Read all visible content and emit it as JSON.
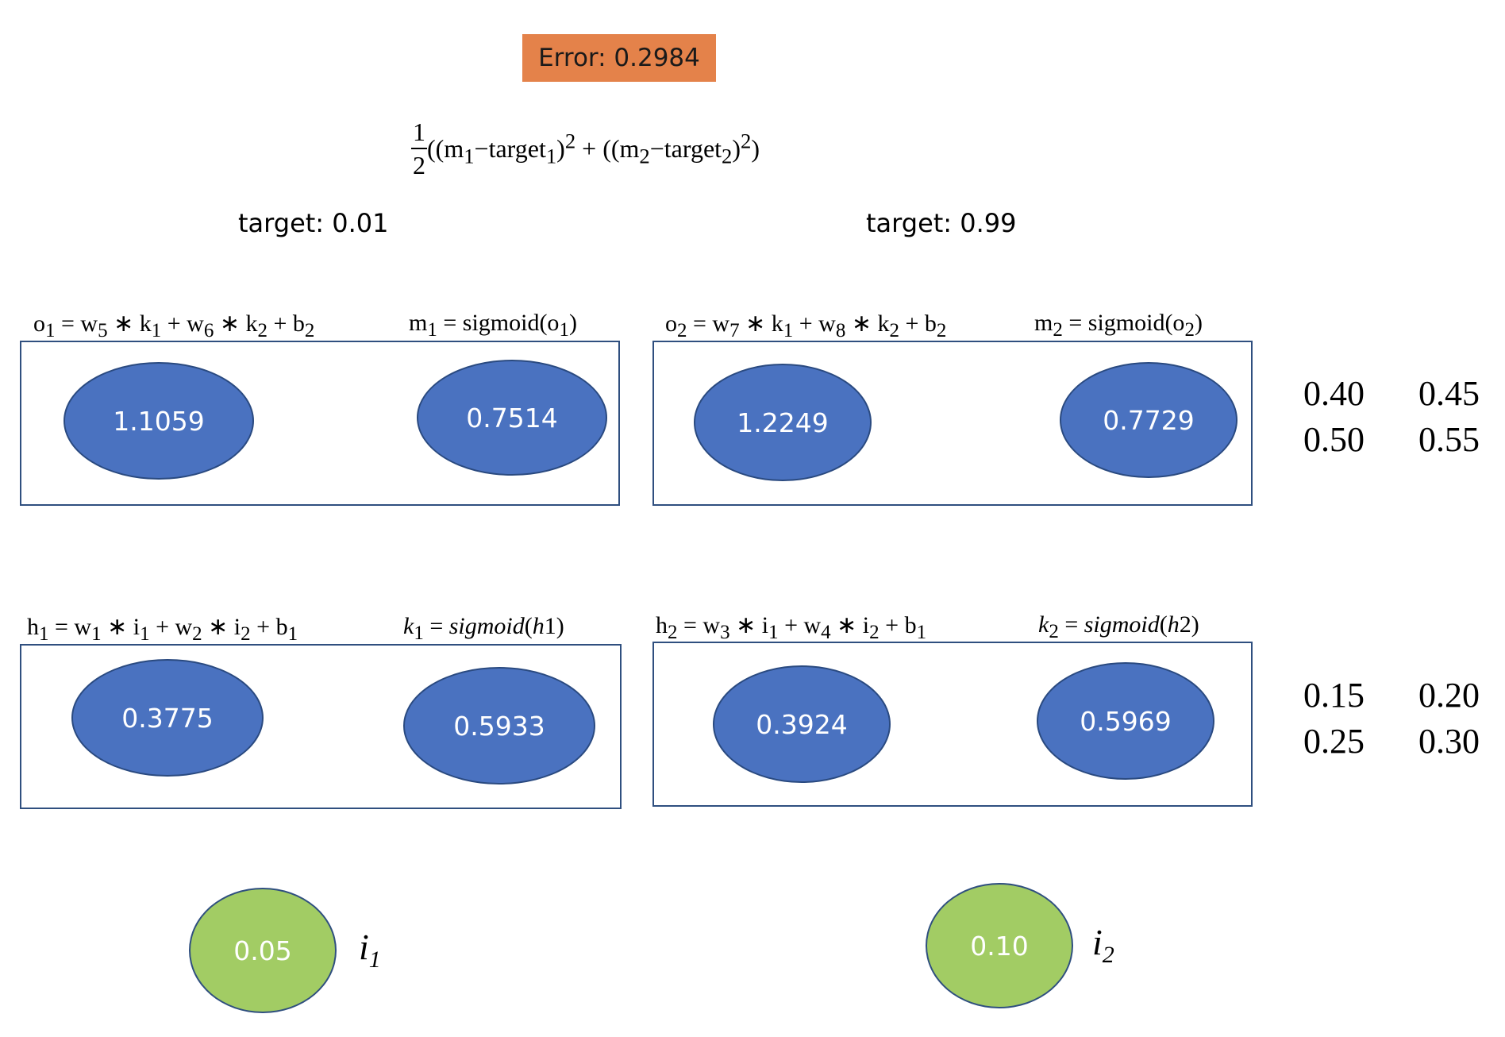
{
  "error": {
    "label": "Error: 0.2984",
    "color": "#e4824a"
  },
  "loss_formula": {
    "frac_num": "1",
    "frac_den": "2",
    "m1": "m",
    "m1_sub": "1",
    "t1": "target",
    "t1_sub": "1",
    "sq": "2",
    "m2": "m",
    "m2_sub": "2",
    "t2": "target",
    "t2_sub": "2"
  },
  "targets": {
    "t1": "target: 0.01",
    "t2": "target: 0.99"
  },
  "output_layer": {
    "left": {
      "eq_left": "o<sub>1</sub> = w<sub>5</sub> ∗ k<sub>1</sub> + w<sub>6</sub> ∗ k<sub>2</sub> + b<sub>2</sub>",
      "eq_right": "m<sub>1</sub> = sigmoid(o<sub>1</sub>)",
      "net": "1.1059",
      "act": "0.7514"
    },
    "right": {
      "eq_left": "o<sub>2</sub> = w<sub>7</sub> ∗ k<sub>1</sub> + w<sub>8</sub> ∗ k<sub>2</sub> + b<sub>2</sub>",
      "eq_right": "m<sub>2</sub> = sigmoid(o<sub>2</sub>)",
      "net": "1.2249",
      "act": "0.7729"
    }
  },
  "hidden_layer": {
    "left": {
      "eq_left": "h<sub>1</sub> = w<sub>1</sub> ∗ i<sub>1</sub> + w<sub>2</sub> ∗ i<sub>2</sub> + b<sub>1</sub>",
      "eq_right": "<i>k</i><sub>1</sub> = <i>sigmoid</i>(<i>h</i>1)",
      "net": "0.3775",
      "act": "0.5933"
    },
    "right": {
      "eq_left": "h<sub>2</sub> = w<sub>3</sub> ∗ i<sub>1</sub> + w<sub>4</sub> ∗ i<sub>2</sub> + b<sub>1</sub>",
      "eq_right": "<i>k</i><sub>2</sub> = <i>sigmoid</i>(<i>h</i>2)",
      "net": "0.3924",
      "act": "0.5969"
    }
  },
  "weights_output": {
    "r1c1": "0.40",
    "r1c2": "0.45",
    "r2c1": "0.50",
    "r2c2": "0.55"
  },
  "weights_hidden": {
    "r1c1": "0.15",
    "r1c2": "0.20",
    "r2c1": "0.25",
    "r2c2": "0.30"
  },
  "inputs": {
    "i1": {
      "value": "0.05",
      "label": "i",
      "sub": "1"
    },
    "i2": {
      "value": "0.10",
      "label": "i",
      "sub": "2"
    }
  },
  "colors": {
    "hidden_node": "#4a72c0",
    "input_node": "#a2cc64",
    "frame": "#2f4f7f",
    "error_box": "#e4824a"
  }
}
